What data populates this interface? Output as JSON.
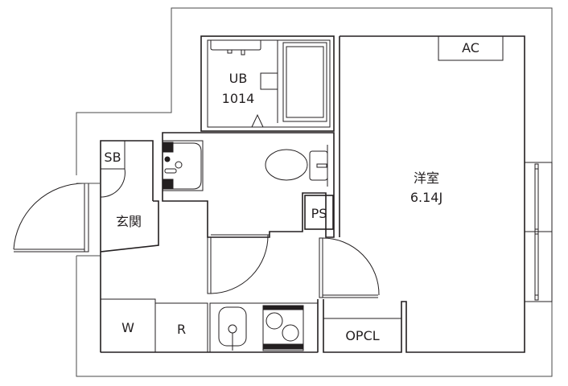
{
  "floor_plan": {
    "rooms": {
      "unit_bath": {
        "label": "UB",
        "size": "1014"
      },
      "western_room": {
        "label": "洋室",
        "size": "6.14J"
      },
      "entrance": {
        "label": "玄関"
      },
      "shoe_box": {
        "label": "SB"
      },
      "pipe_space": {
        "label": "PS"
      },
      "washer": {
        "label": "W"
      },
      "refrigerator": {
        "label": "R"
      },
      "open_closet": {
        "label": "OPCL"
      },
      "air_conditioner": {
        "label": "AC"
      }
    },
    "colors": {
      "line": "#231f20",
      "background": "#ffffff"
    }
  }
}
